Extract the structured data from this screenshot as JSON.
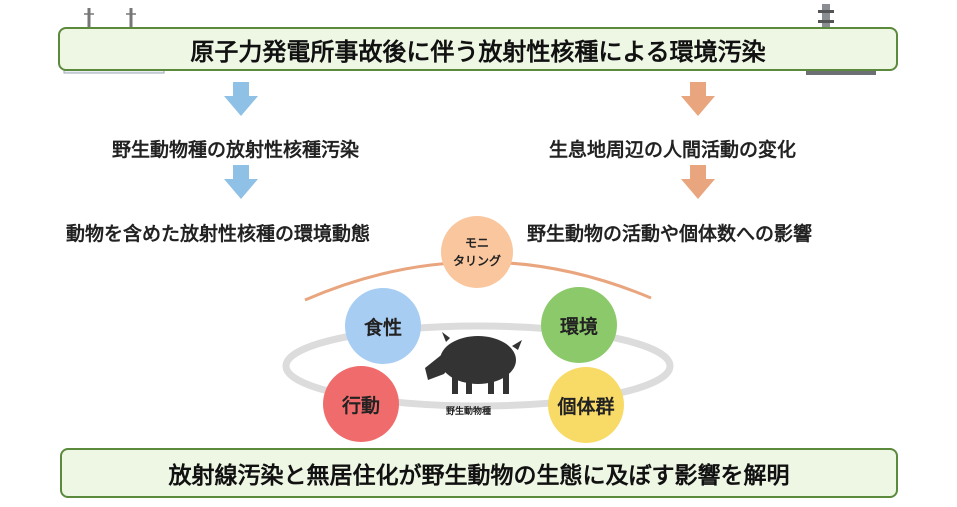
{
  "header": {
    "title": "原子力発電所事故後に伴う放射性核種による環境汚染"
  },
  "left_column": {
    "item1": "野生動物種の放射性核種汚染",
    "item2": "動物を含めた放射性核種の環境動態"
  },
  "right_column": {
    "item1": "生息地周辺の人間活動の変化",
    "item2": "野生動物の活動や個体数への影響"
  },
  "center": {
    "monitoring_line1": "モニ",
    "monitoring_line2": "タリング",
    "circles": {
      "diet": "食性",
      "environment": "環境",
      "behavior": "行動",
      "group": "個体群"
    },
    "animal_label": "野生動物種"
  },
  "footer": {
    "conclusion": "放射線汚染と無居住化が野生動物の生態に及ぼす影響を解明"
  },
  "colors": {
    "box_border": "#5b8a3c",
    "box_fill": "#eef6e4",
    "arrow_left": "#8fc0e6",
    "arrow_right": "#e9a57e",
    "monitoring": "#f9c69e",
    "diet": "#a8cdf3",
    "environment": "#8cc96a",
    "behavior": "#f06b6b",
    "group": "#f8da67"
  }
}
